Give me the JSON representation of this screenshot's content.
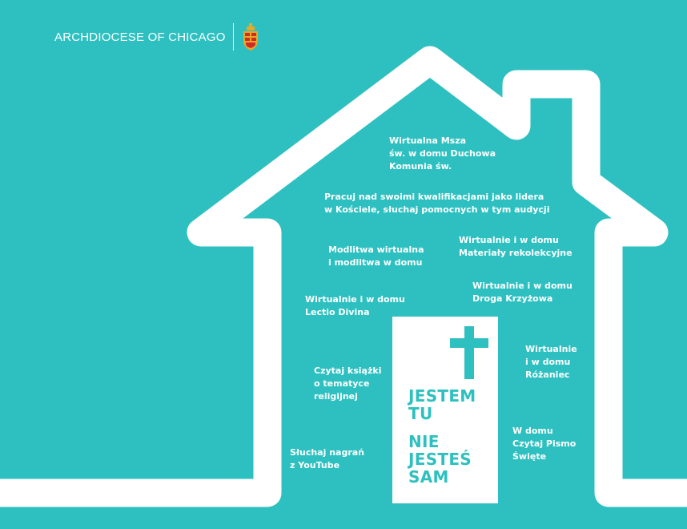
{
  "colors": {
    "background": "#2ec0c0",
    "outline": "#ffffff",
    "crest_gold": "#e8a825",
    "crest_red": "#d12a2a"
  },
  "brand": {
    "name": "ARCHDIOCESE OF CHICAGO",
    "crest_icon": "archdiocese-crest-icon"
  },
  "activities": [
    {
      "id": "virtual-mass",
      "text": "Wirtualna Msza\nśw. w domu Duchowa\nKomunia św."
    },
    {
      "id": "leadership",
      "text": "Pracuj nad swoimi kwalifikacjami jako lidera\nw Kościele, słuchaj pomocnych w tym audycji"
    },
    {
      "id": "prayer",
      "text": "Modlitwa wirtualna\ni modlitwa w domu"
    },
    {
      "id": "retreat",
      "text": "Wirtualnie i w domu\nMateriały rekolekcyjne"
    },
    {
      "id": "stations",
      "text": "Wirtualnie i w domu\nDroga Krzyżowa"
    },
    {
      "id": "lectio",
      "text": "Wirtualnie i w domu\nLectio Divina"
    },
    {
      "id": "rosary",
      "text": "Wirtualnie\ni w domu\nRóżaniec"
    },
    {
      "id": "books",
      "text": "Czytaj książki\no tematyce\nreligijnej"
    },
    {
      "id": "scripture",
      "text": "W domu\nCzytaj Pismo\nŚwięte"
    },
    {
      "id": "youtube",
      "text": "Słuchaj nagrań\nz YouTube"
    }
  ],
  "door": {
    "message_1": "JESTEM\nTU",
    "message_2": "NIE\nJESTEŚ\nSAM",
    "cross_icon": "cross-icon"
  }
}
